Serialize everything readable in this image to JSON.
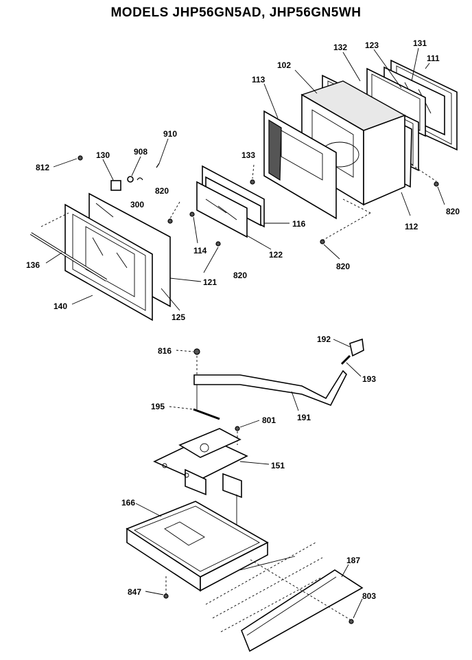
{
  "title": "MODELS JHP56GN5AD, JHP56GN5WH",
  "labels": {
    "l111": "111",
    "l131": "131",
    "l123": "123",
    "l132": "132",
    "l102": "102",
    "l113": "113",
    "l910": "910",
    "l908": "908",
    "l130": "130",
    "l812": "812",
    "l133": "133",
    "l300": "300",
    "l820a": "820",
    "l820b": "820",
    "l820c": "820",
    "l820d": "820",
    "l112": "112",
    "l116": "116",
    "l114": "114",
    "l122": "122",
    "l136": "136",
    "l121": "121",
    "l140": "140",
    "l125": "125",
    "l192": "192",
    "l193": "193",
    "l816": "816",
    "l195": "195",
    "l191": "191",
    "l801": "801",
    "l151": "151",
    "l166": "166",
    "l187": "187",
    "l803": "803",
    "l847": "847"
  }
}
